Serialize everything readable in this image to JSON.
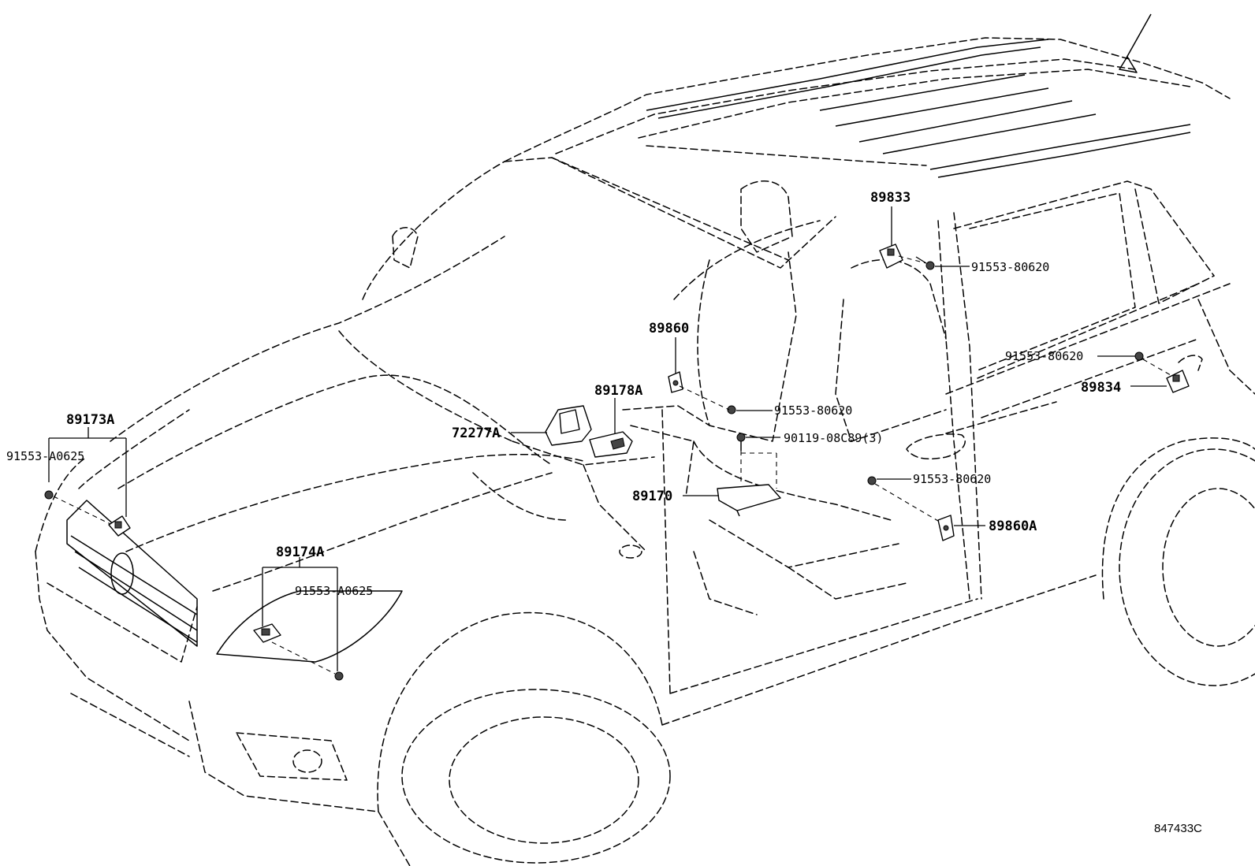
{
  "labels": {
    "p89833": "89833",
    "p91553_80620_a": "91553-80620",
    "p89860": "89860",
    "p91553_80620_b": "91553-80620",
    "p89834": "89834",
    "p89178A": "89178A",
    "p91553_80620_c": "91553-80620",
    "p72277A": "72277A",
    "p90119": "90119-08C89(3)",
    "p89173A": "89173A",
    "p91553_A0625_a": "91553-A0625",
    "p91553_80620_d": "91553-80620",
    "p89170": "89170",
    "p89860A": "89860A",
    "p89174A": "89174A",
    "p91553_A0625_b": "91553-A0625"
  },
  "illustration_id": "847433C",
  "colors": {
    "line": "#000000",
    "background": "#ffffff"
  }
}
